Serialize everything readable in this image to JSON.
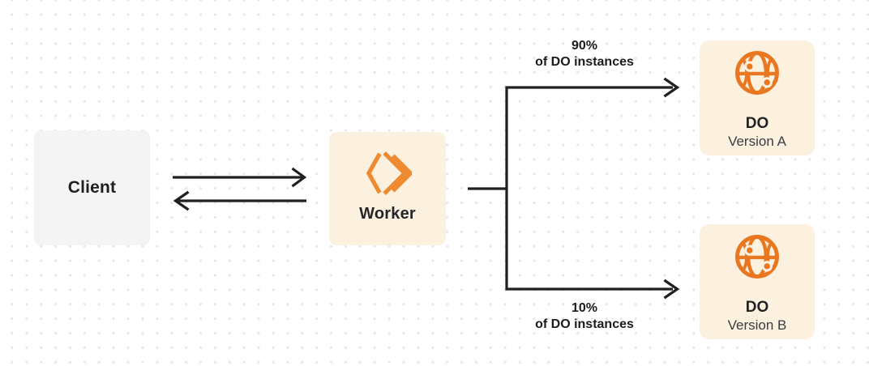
{
  "diagram": {
    "nodes": {
      "client": {
        "label": "Client"
      },
      "worker": {
        "label": "Worker",
        "icon": "workers-chevrons-icon"
      },
      "do_version_a": {
        "title": "DO",
        "subtitle": "Version A",
        "icon": "globe-icon"
      },
      "do_version_b": {
        "title": "DO",
        "subtitle": "Version B",
        "icon": "globe-icon"
      }
    },
    "edges": {
      "top_branch": {
        "percent": "90%",
        "caption": "of DO instances"
      },
      "bottom_branch": {
        "percent": "10%",
        "caption": "of DO instances"
      }
    },
    "colors": {
      "worker_icon_orange": "#EE8A30",
      "globe_icon_orange": "#E8771F",
      "node_background_cream": "#FCF0DE",
      "client_background_gray": "#F4F4F5",
      "connector_dark": "#1F2023",
      "dot_grid_gray": "#E6E6E9"
    }
  }
}
